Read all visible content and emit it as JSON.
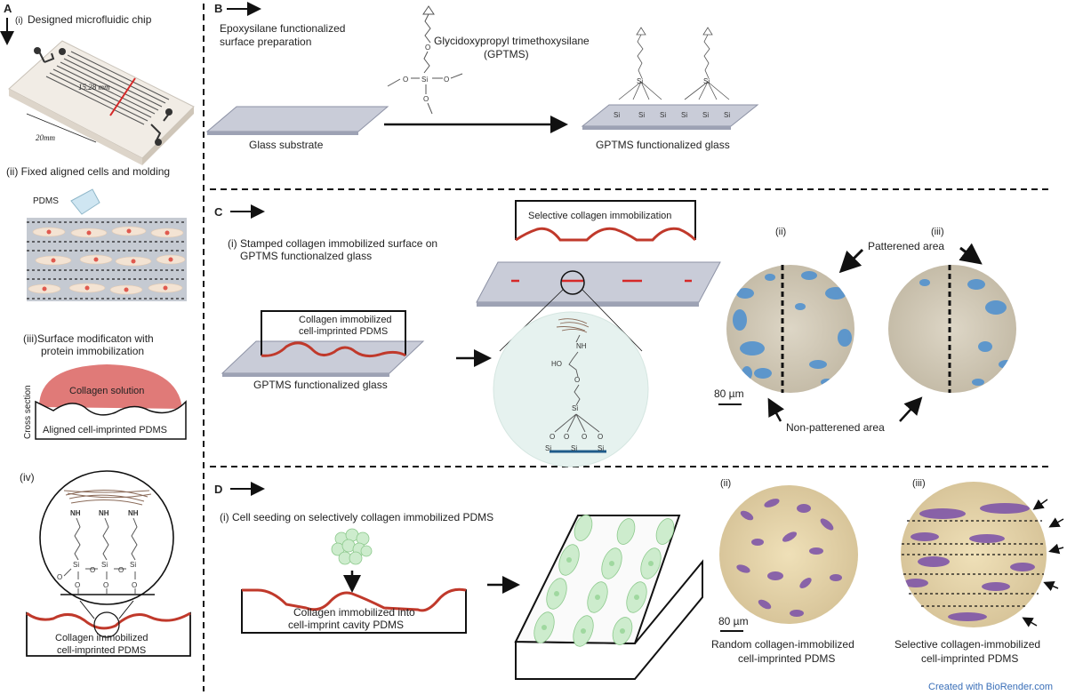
{
  "panelA": {
    "letter": "A",
    "step1": "(i)",
    "step1_label": "Designed microfluidic chip",
    "dim_channel": "15.28 mm",
    "dim_width": "20mm",
    "step2": "(ii) Fixed aligned cells and molding",
    "pdms": "PDMS",
    "step3_l1": "(iii)Surface modificaton with",
    "step3_l2": "protein immobilization",
    "collagen_solution": "Collagen solution",
    "cross_section": "Cross section",
    "aligned_pdms": "Aligned cell-imprinted PDMS",
    "step4": "(iv)",
    "nh": "NH",
    "si": "Si",
    "o": "O",
    "imm_l1": "Collagen immobilized",
    "imm_l2": "cell-imprinted PDMS"
  },
  "panelB": {
    "letter": "B",
    "title_l1": "Epoxysilane functionalized",
    "title_l2": "surface preparation",
    "reagent_l1": "Glycidoxypropyl trimethoxysilane",
    "reagent_l2": "(GPTMS)",
    "glass_substrate": "Glass substrate",
    "functionalized": "GPTMS functionalized glass"
  },
  "panelC": {
    "letter": "C",
    "step1_l1": "(i) Stamped collagen immobilized surface on",
    "step1_l2": "GPTMS functionalzed glass",
    "selective": "Selective collagen immobilization",
    "stamp_l1": "Collagen immobilized",
    "stamp_l2": "cell-imprinted PDMS",
    "glass": "GPTMS functionalized glass",
    "nh": "NH",
    "ho": "HO",
    "si": "Si",
    "o": "O",
    "img_ii": "(ii)",
    "img_iii": "(iii)",
    "patterned": "Patterened area",
    "non_patterned": "Non-patterened area",
    "scale": "80 µm"
  },
  "panelD": {
    "letter": "D",
    "step1": "(i) Cell seeding on selectively collagen immobilized PDMS",
    "cavity_l1": "Collagen immobilized into",
    "cavity_l2": "cell-imprint cavity PDMS",
    "img_ii": "(ii)",
    "img_iii": "(iii)",
    "scale": "80 µm",
    "random_l1": "Random collagen-immobilized",
    "random_l2": "cell-imprinted PDMS",
    "selective_l1": "Selective collagen-immobilized",
    "selective_l2": "cell-imprinted PDMS"
  },
  "credit": "Created with BioRender.com",
  "colors": {
    "collagen": "#e07a78",
    "collagen_dark": "#c0392b",
    "glass": "#c9ccd8",
    "mint": "#e6f2ef",
    "cell_green": "#cdeccd",
    "blue_stain": "#4a8fd0",
    "purple_stain": "#7a4fa8",
    "credit": "#3a6fb8"
  }
}
